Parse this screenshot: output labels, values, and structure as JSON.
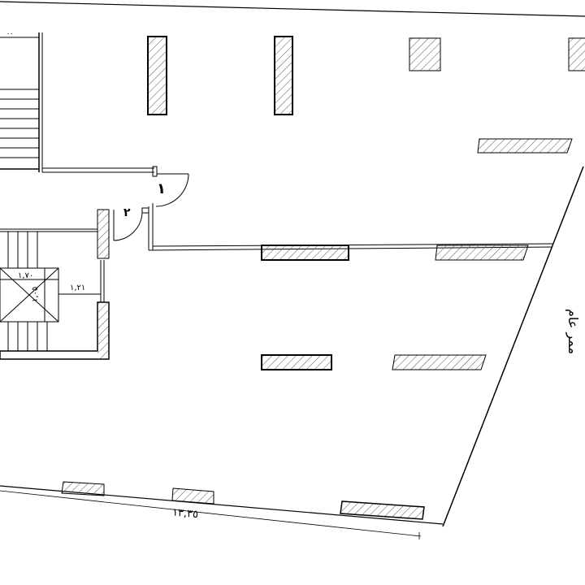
{
  "plan": {
    "dimensions": {
      "stair_width": "١,٧٠",
      "stair_depth": "١,٠٥",
      "corridor_width": "١,٢١",
      "bottom_length": "١٣,٣٥",
      "top_left": "٠٠"
    },
    "door_labels": {
      "door_1": "١",
      "door_2": "٢"
    },
    "side_label": "ممر عام",
    "colors": {
      "line": "#000000",
      "hatch": "#555555"
    }
  }
}
